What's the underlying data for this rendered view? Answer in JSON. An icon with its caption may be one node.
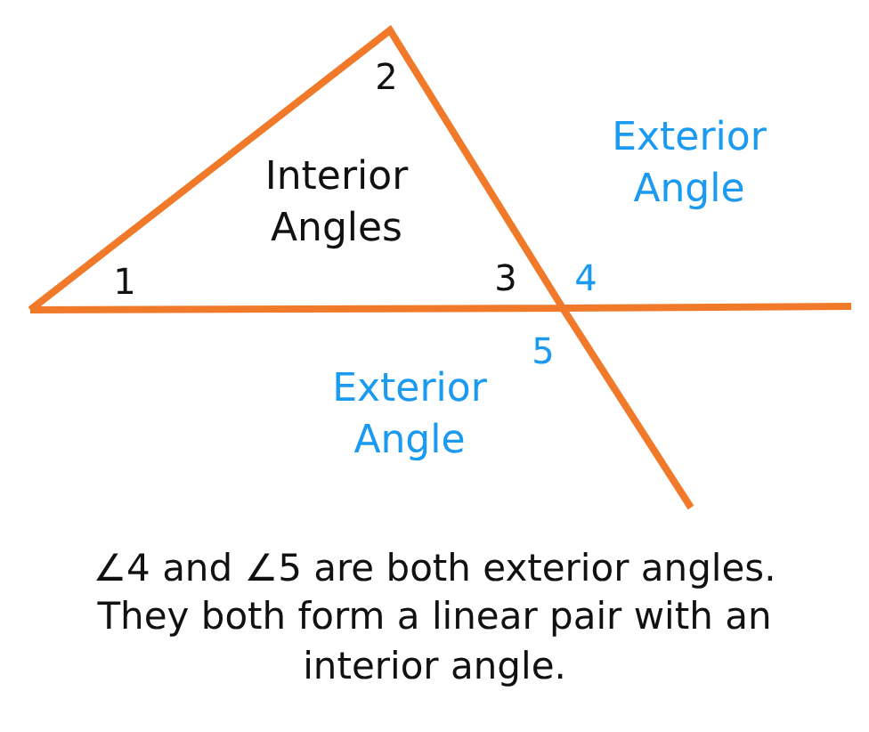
{
  "diagram": {
    "caption": "∠4 and ∠5 are both exterior angles. They both form a linear pair with an interior angle.",
    "labels": [
      "2",
      "Exterior Angle",
      "Interior Angles",
      "1",
      "3",
      "4",
      "5",
      "Exterior Angle"
    ]
  }
}
